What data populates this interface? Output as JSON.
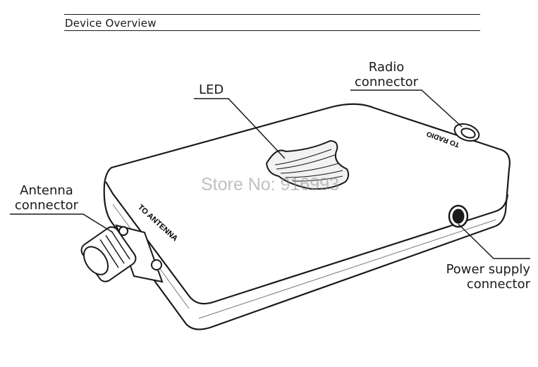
{
  "header": {
    "title": "Device Overview"
  },
  "labels": {
    "led": "LED",
    "radio_line1": "Radio",
    "radio_line2": "connector",
    "antenna_line1": "Antenna",
    "antenna_line2": "connector",
    "power_line1": "Power supply",
    "power_line2": "connector"
  },
  "device_markings": {
    "to_antenna": "TO ANTENNA",
    "to_radio": "TO RADIO"
  },
  "watermark": "Store No: 916993"
}
